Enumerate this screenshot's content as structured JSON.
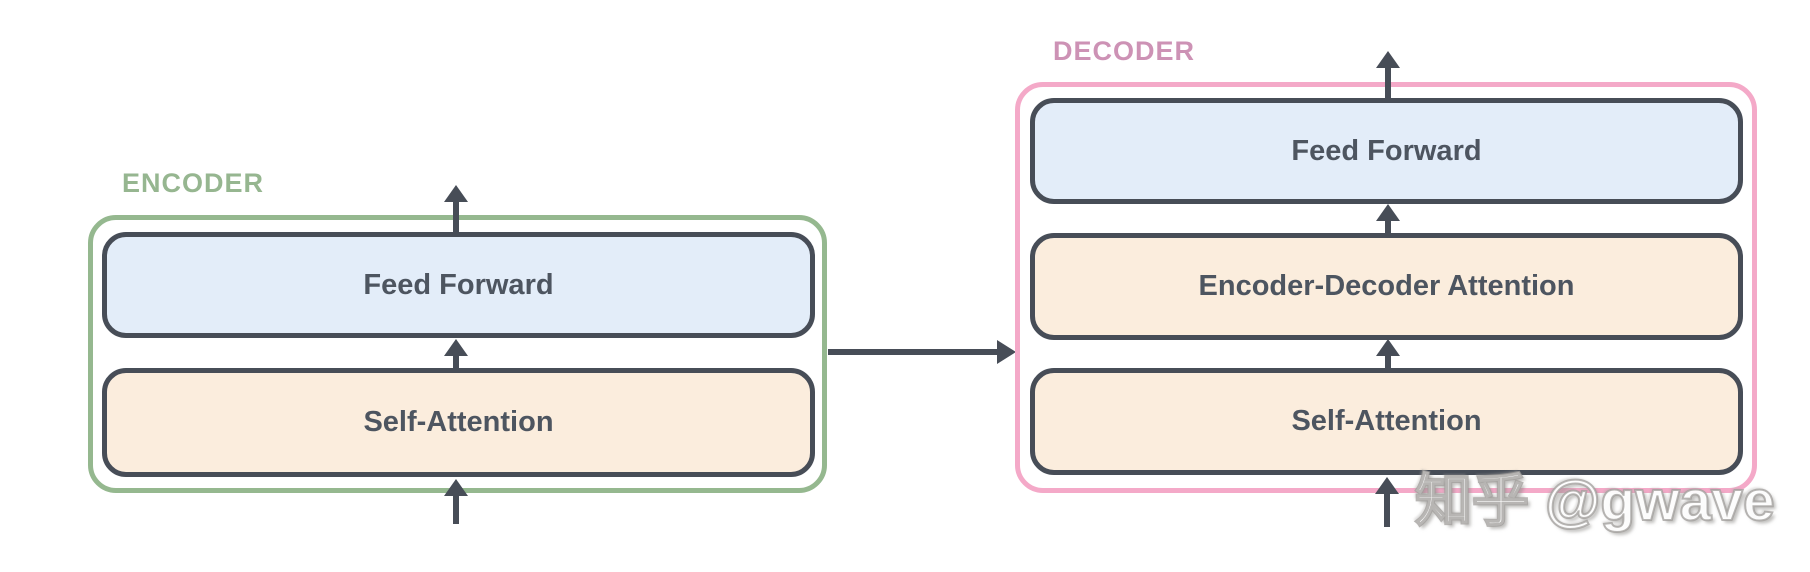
{
  "diagram": {
    "type": "transformer-architecture",
    "encoder": {
      "label": "ENCODER",
      "blocks": [
        {
          "label": "Feed Forward"
        },
        {
          "label": "Self-Attention"
        }
      ]
    },
    "decoder": {
      "label": "DECODER",
      "blocks": [
        {
          "label": "Feed Forward"
        },
        {
          "label": "Encoder-Decoder Attention"
        },
        {
          "label": "Self-Attention"
        }
      ]
    },
    "watermark": "知乎 @gwave",
    "colors": {
      "encoder_outline": "#95b88f",
      "encoder_label": "#96b690",
      "decoder_outline": "#f4a9c8",
      "decoder_label": "#cd92b5",
      "block_border": "#474d57",
      "feed_forward_fill": "#e3edf9",
      "attention_fill": "#fbeddd",
      "block_text": "#4d5560",
      "arrow": "#474d57",
      "background": "#ffffff"
    }
  }
}
